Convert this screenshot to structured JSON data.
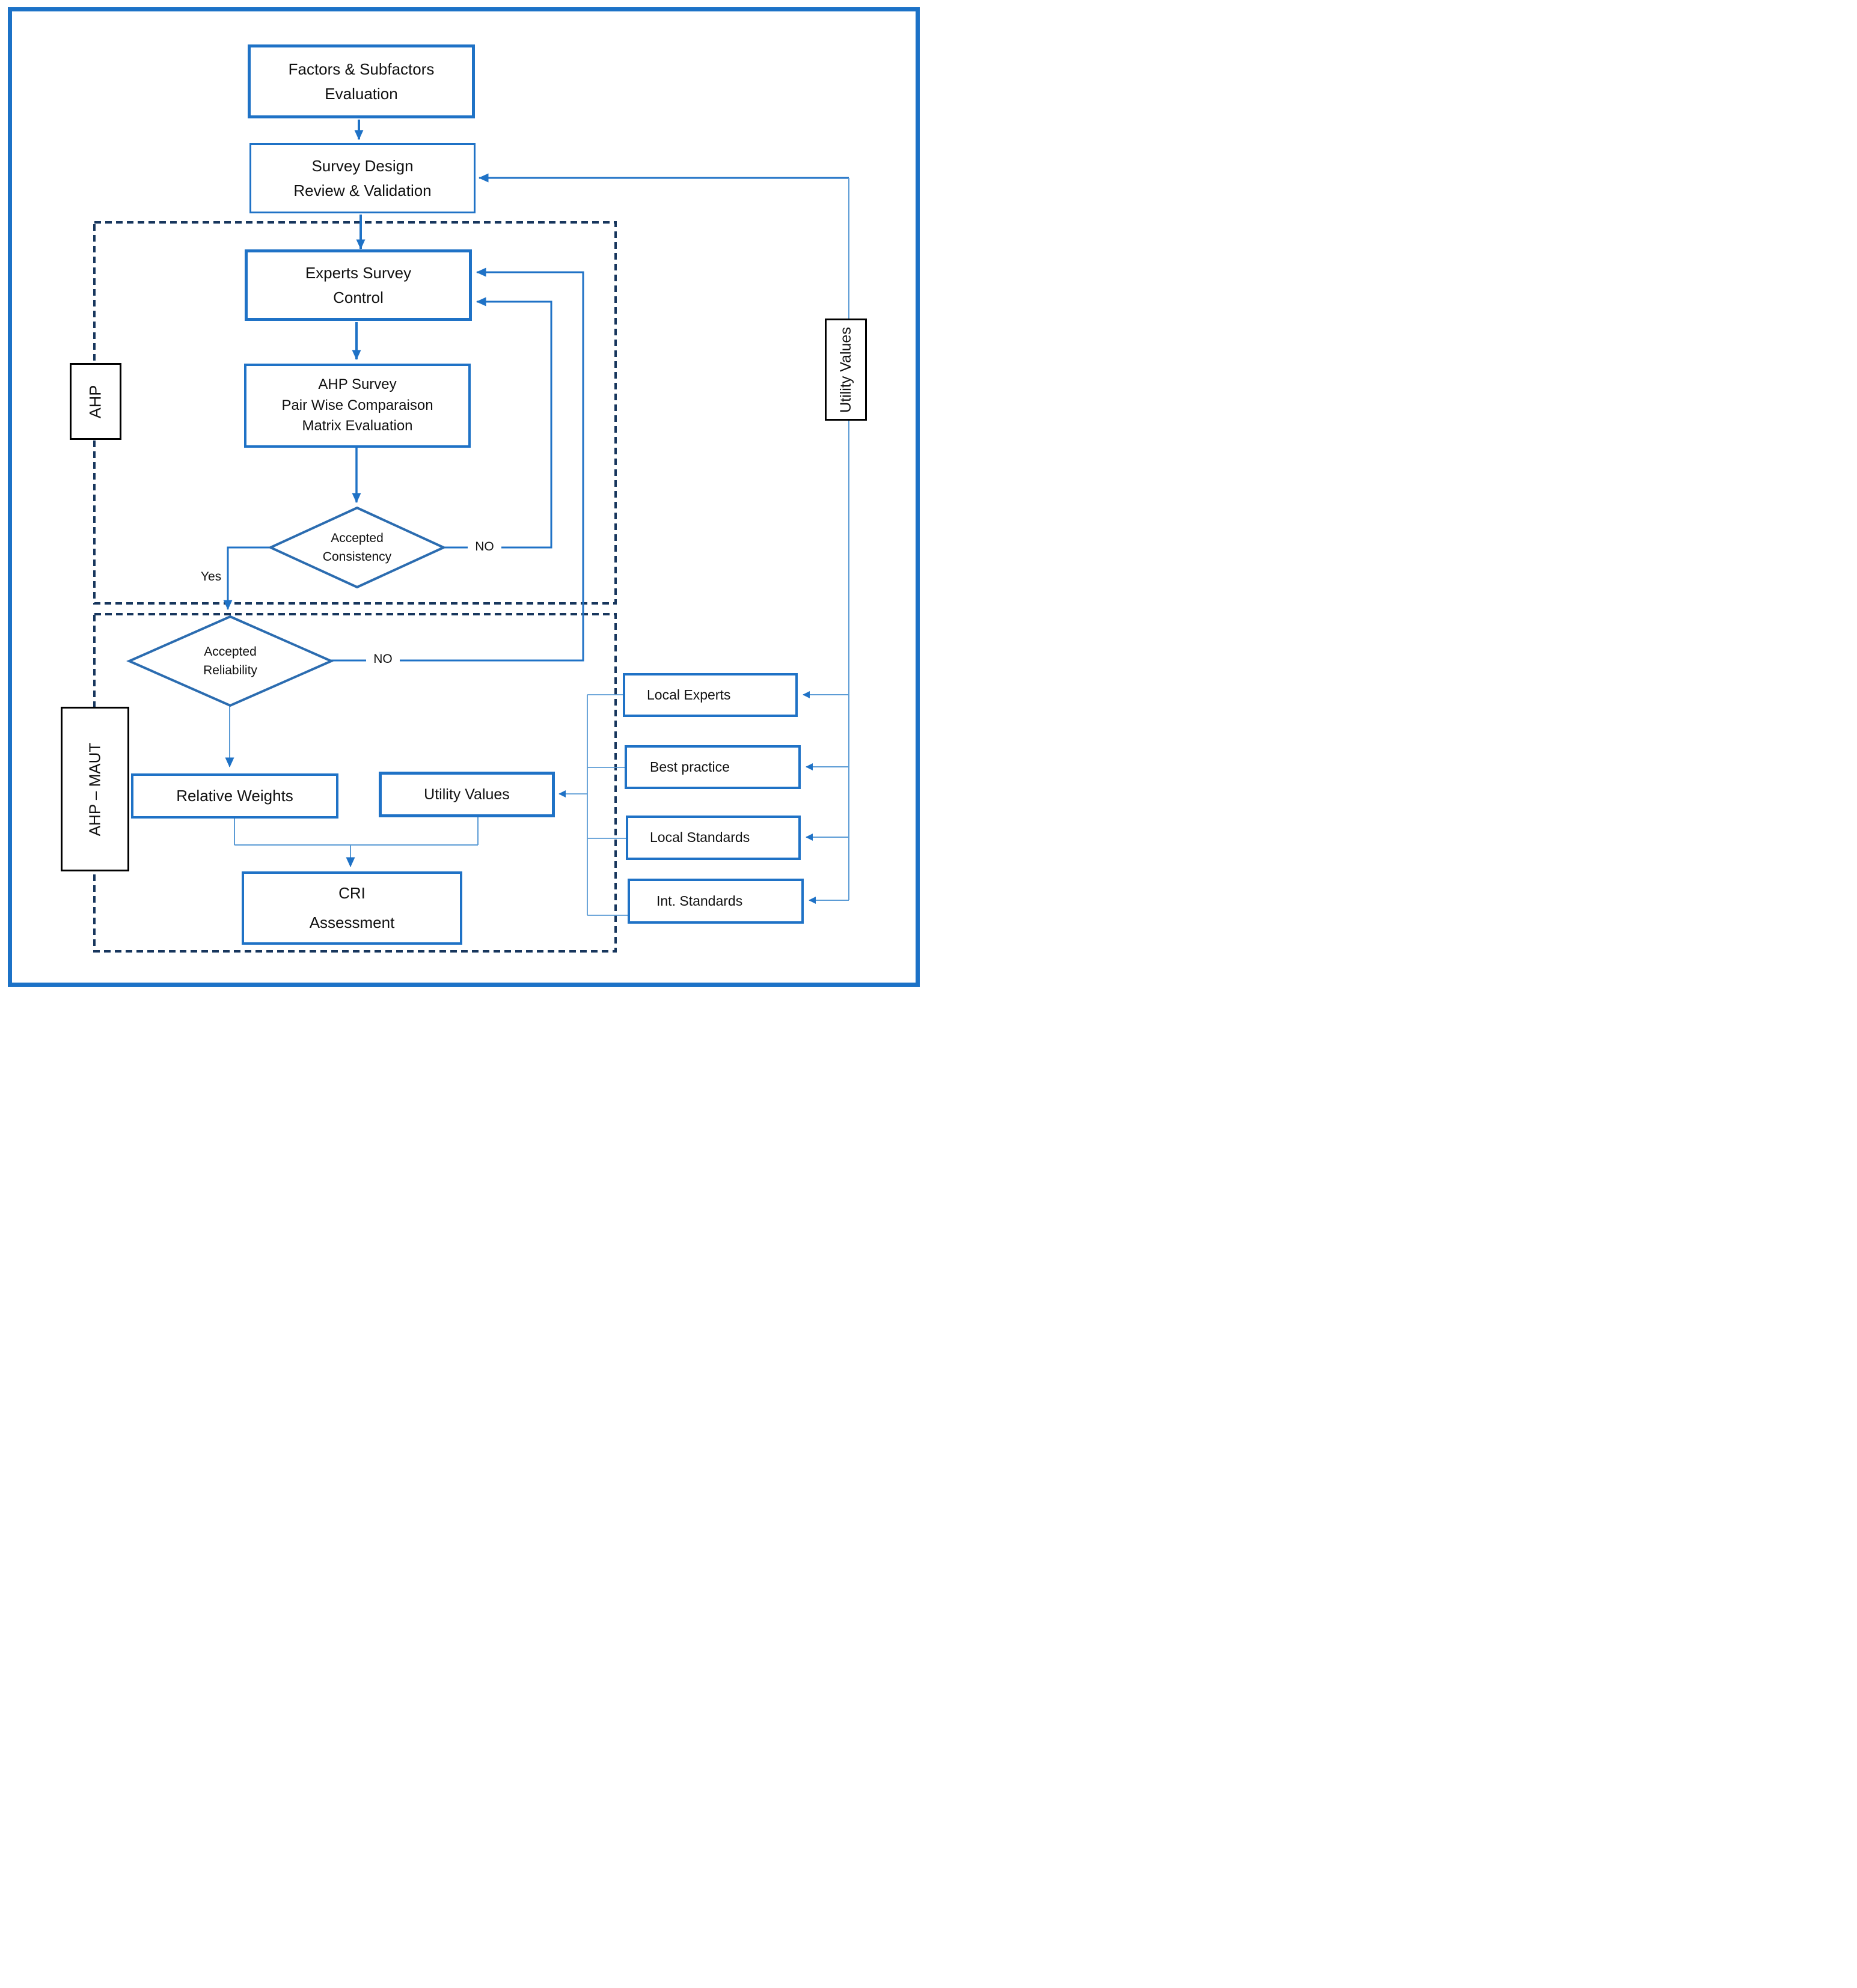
{
  "colors": {
    "accent_blue": "#1F72C6",
    "diamond_stroke": "#2B6CB0",
    "dashed_navy": "#17365D",
    "connector_light": "#5B9BD5",
    "outer_border": "#1C72C7",
    "text": "#111111"
  },
  "nodes": {
    "factors": {
      "line1": "Factors & Subfactors",
      "line2": "Evaluation"
    },
    "survey_design": {
      "line1": "Survey Design",
      "line2": "Review & Validation"
    },
    "experts_survey": {
      "line1": "Experts Survey",
      "line2": "Control"
    },
    "ahp_survey": {
      "line1": "AHP Survey",
      "line2": "Pair Wise Comparaison",
      "line3": "Matrix Evaluation"
    },
    "consistency": {
      "line1": "Accepted",
      "line2": "Consistency"
    },
    "reliability": {
      "line1": "Accepted",
      "line2": "Reliability"
    },
    "relative_weights": {
      "label": "Relative Weights"
    },
    "utility_values": {
      "label": "Utility Values"
    },
    "cri": {
      "line1": "CRI",
      "line2": "Assessment"
    },
    "local_experts": {
      "label": "Local Experts"
    },
    "best_practice": {
      "label": "Best practice"
    },
    "local_standards": {
      "label": "Local Standards"
    },
    "int_standards": {
      "label": "Int. Standards"
    }
  },
  "edge_labels": {
    "no_consistency": "NO",
    "no_reliability": "NO",
    "yes_consistency": "Yes"
  },
  "group_labels": {
    "ahp": "AHP",
    "ahp_maut": "AHP – MAUT",
    "utility_values_side": "Utility Values"
  }
}
